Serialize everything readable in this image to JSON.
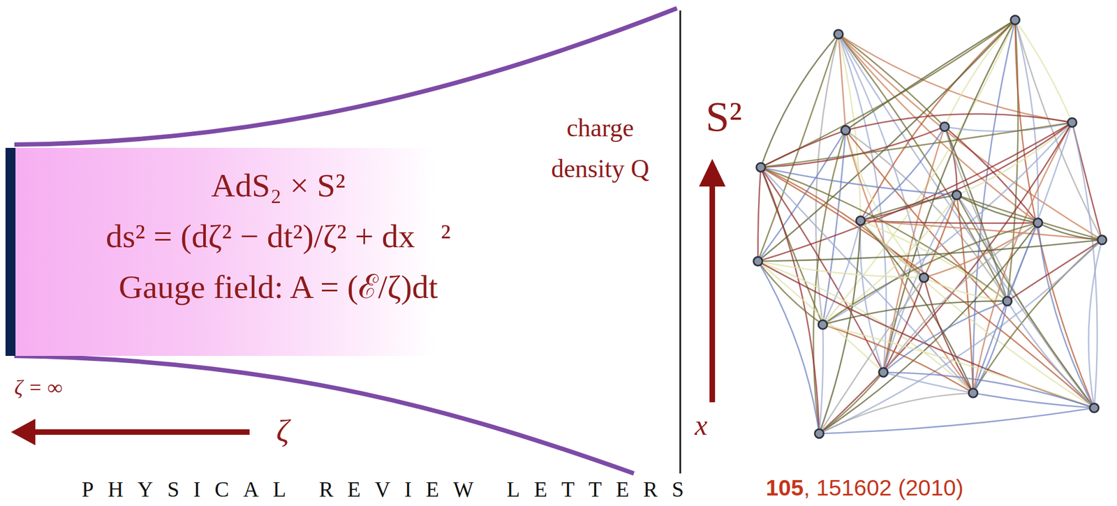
{
  "diagram": {
    "nodes": [
      {
        "text": [
          "AdS₂ × S²",
          "ds² = (dζ² − dt²)/ζ² + dx⃗²",
          "Gauge field: A = (ℰ/ζ)dt"
        ]
      }
    ],
    "labels": [
      "charge density Q",
      "S²",
      "x⃗",
      "ζ = ∞",
      "ζ",
      "PHYSICAL REVIEW LETTERS",
      "105",
      ", 151602 (2010)"
    ]
  }
}
